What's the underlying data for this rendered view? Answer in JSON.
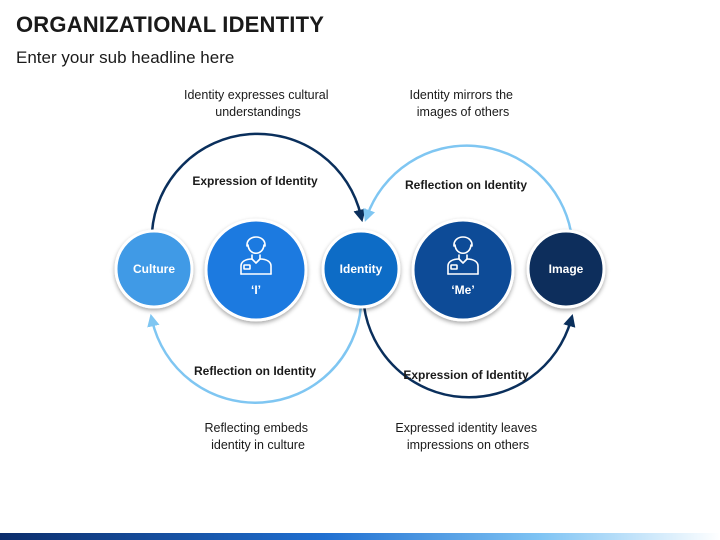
{
  "slide": {
    "title": "ORGANIZATIONAL IDENTITY",
    "subtitle": "Enter your sub headline here"
  },
  "nodes": {
    "culture": "Culture",
    "i_person": "‘I’",
    "identity": "Identity",
    "me_person": "‘Me’",
    "image": "Image"
  },
  "arcs": {
    "top_left": "Expression of Identity",
    "top_right": "Reflection on Identity",
    "bottom_left": "Reflection on Identity",
    "bottom_right": "Expression of Identity"
  },
  "captions": {
    "top_left": [
      "Identity expresses cultural",
      "understandings"
    ],
    "top_right": [
      "Identity mirrors the",
      "images of others"
    ],
    "bottom_left": [
      "Reflecting embeds",
      "identity in culture"
    ],
    "bottom_right": [
      "Expressed identity leaves",
      "impressions on others"
    ]
  },
  "colors": {
    "culture": "#3f9ae6",
    "i_person": "#1f7ae0",
    "identity": "#0b6cc6",
    "me_person": "#0a4b97",
    "image": "#0a2f5c",
    "dark_arc": "#0a2f5c",
    "light_arc": "#7fc6f2",
    "icon_stroke": "#ffffff"
  },
  "icons": {
    "person": "businessman-icon"
  }
}
